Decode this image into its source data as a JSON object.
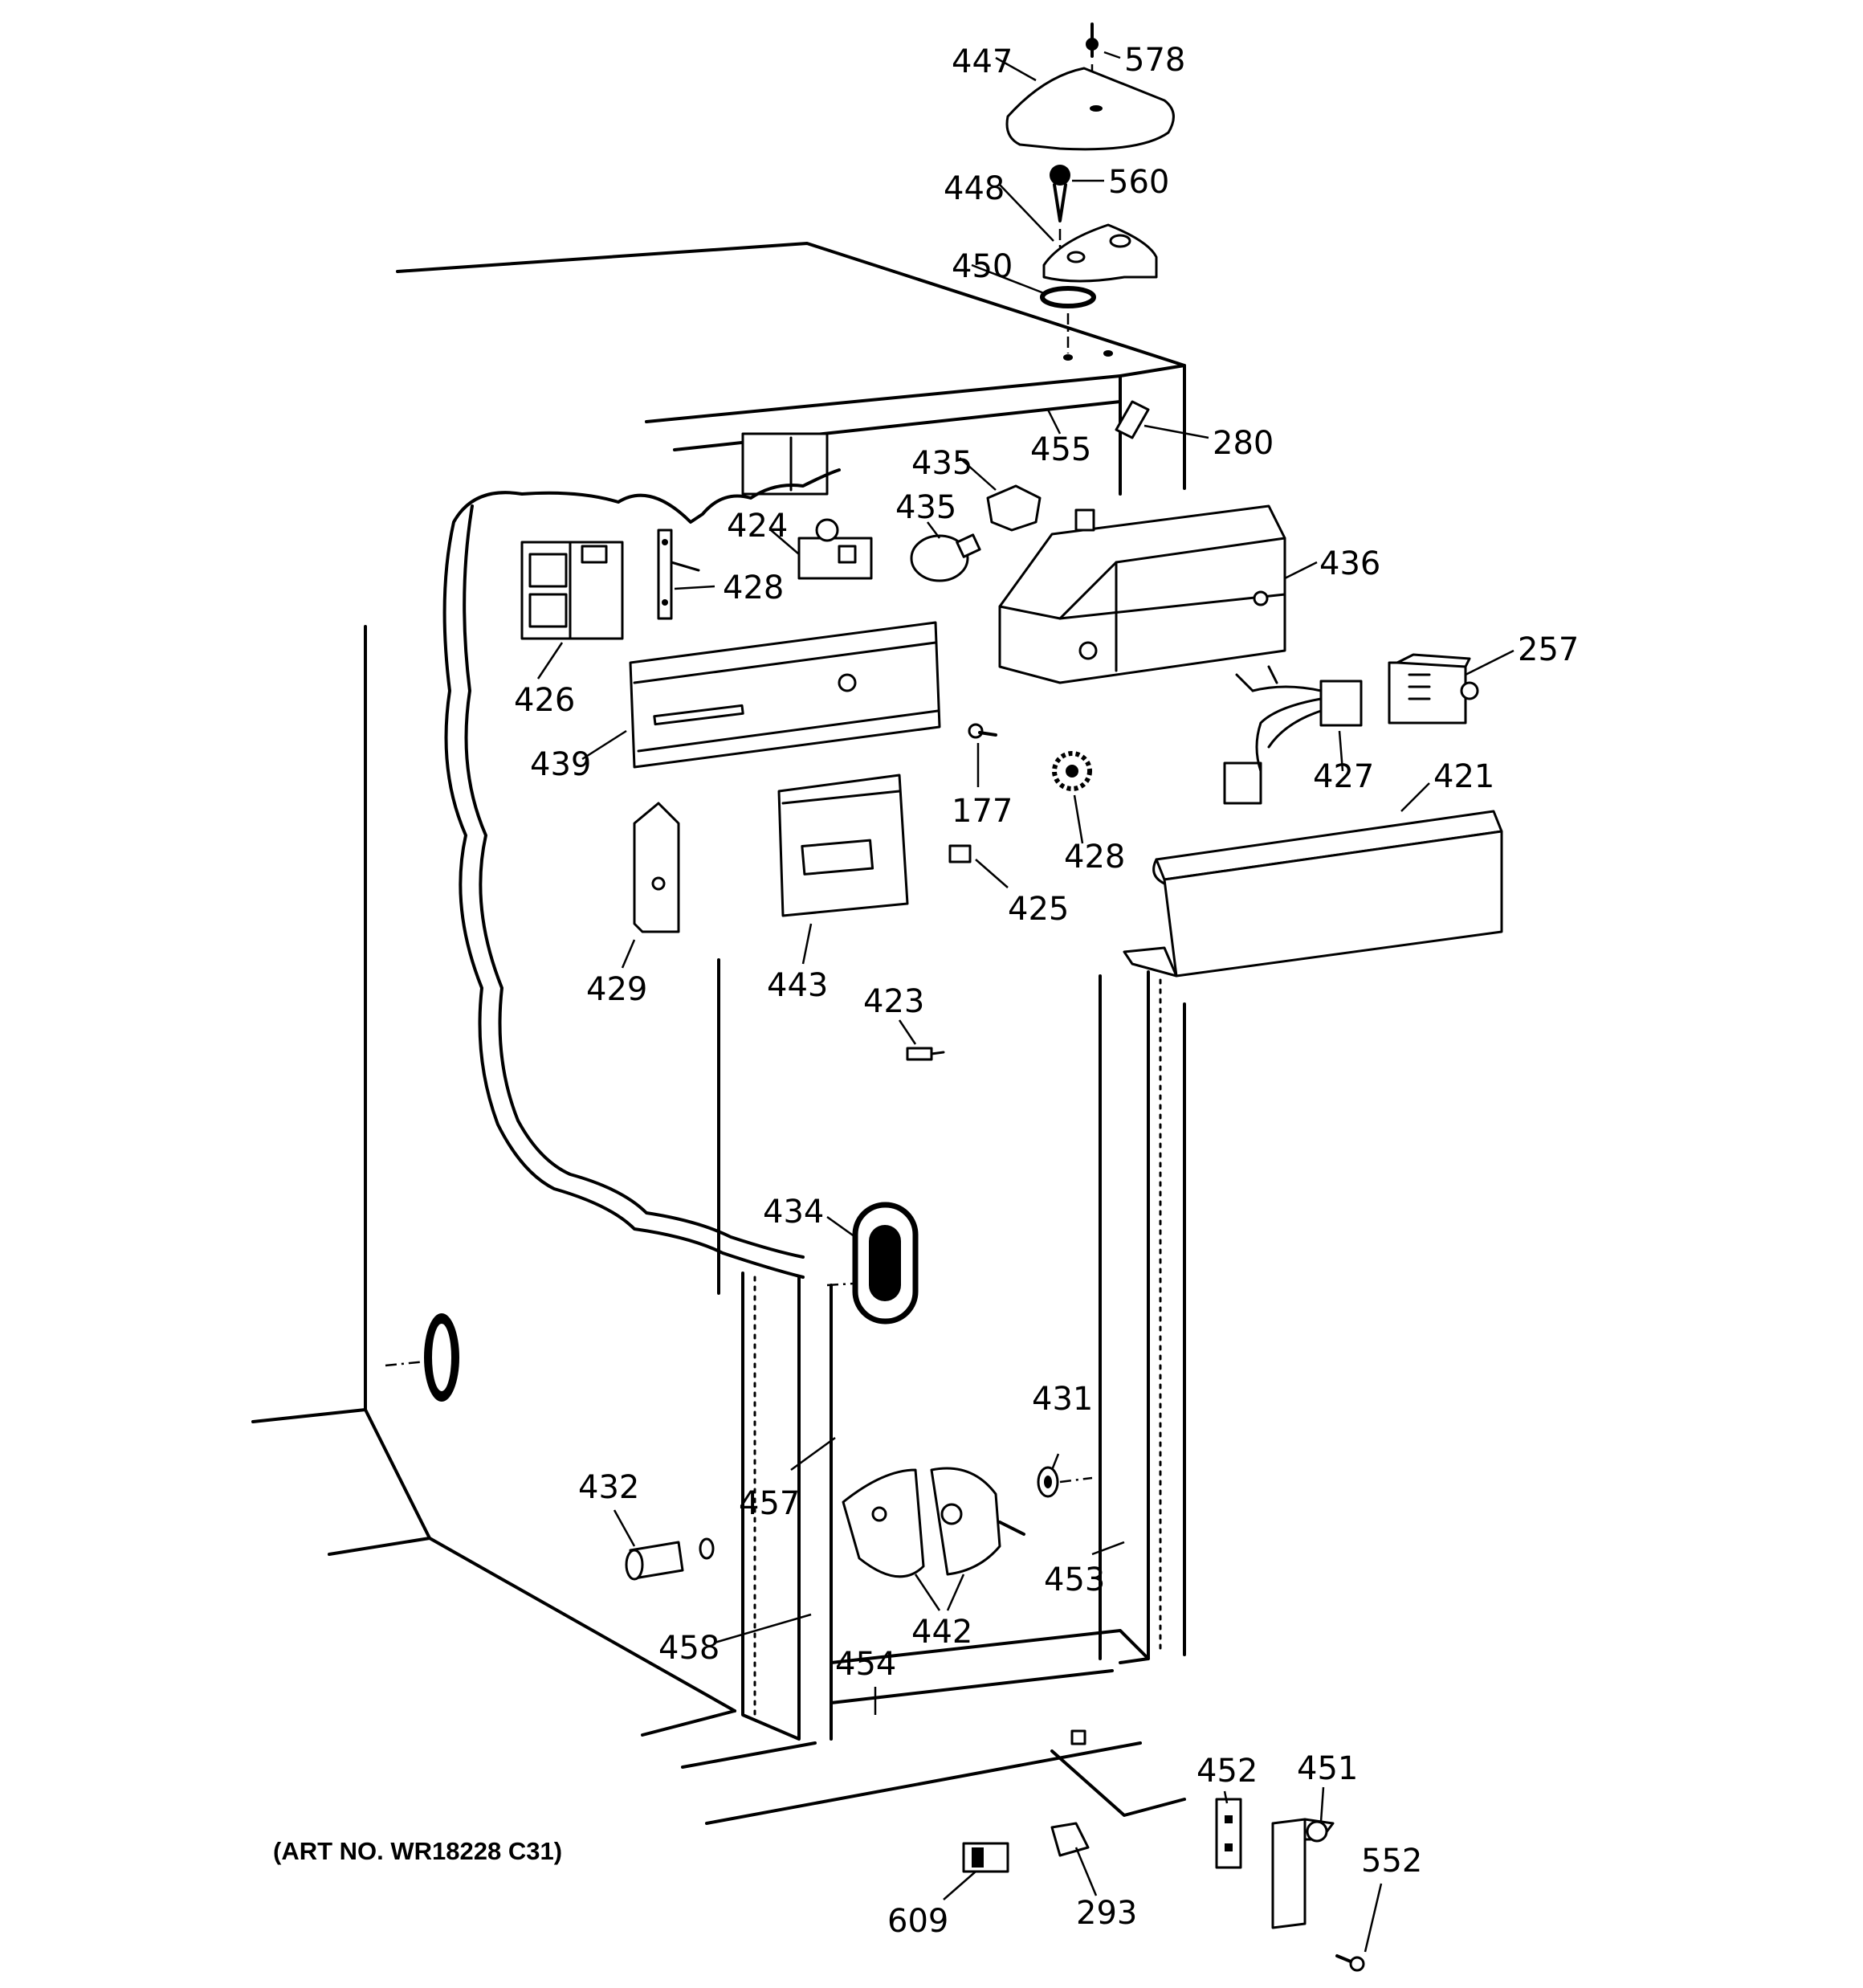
{
  "callouts": [
    {
      "id": "c447",
      "text": "447"
    },
    {
      "id": "c578",
      "text": "578"
    },
    {
      "id": "c448",
      "text": "448"
    },
    {
      "id": "c560",
      "text": "560"
    },
    {
      "id": "c450",
      "text": "450"
    },
    {
      "id": "c455",
      "text": "455"
    },
    {
      "id": "c280",
      "text": "280"
    },
    {
      "id": "c435a",
      "text": "435"
    },
    {
      "id": "c435b",
      "text": "435"
    },
    {
      "id": "c424",
      "text": "424"
    },
    {
      "id": "c428a",
      "text": "428"
    },
    {
      "id": "c426",
      "text": "426"
    },
    {
      "id": "c436",
      "text": "436"
    },
    {
      "id": "c257",
      "text": "257"
    },
    {
      "id": "c439",
      "text": "439"
    },
    {
      "id": "c177",
      "text": "177"
    },
    {
      "id": "c428b",
      "text": "428"
    },
    {
      "id": "c427",
      "text": "427"
    },
    {
      "id": "c421",
      "text": "421"
    },
    {
      "id": "c425",
      "text": "425"
    },
    {
      "id": "c429",
      "text": "429"
    },
    {
      "id": "c443",
      "text": "443"
    },
    {
      "id": "c423",
      "text": "423"
    },
    {
      "id": "c434",
      "text": "434"
    },
    {
      "id": "c431",
      "text": "431"
    },
    {
      "id": "c432",
      "text": "432"
    },
    {
      "id": "c457",
      "text": "457"
    },
    {
      "id": "c453",
      "text": "453"
    },
    {
      "id": "c442",
      "text": "442"
    },
    {
      "id": "c458",
      "text": "458"
    },
    {
      "id": "c454",
      "text": "454"
    },
    {
      "id": "c452",
      "text": "452"
    },
    {
      "id": "c451",
      "text": "451"
    },
    {
      "id": "c552",
      "text": "552"
    },
    {
      "id": "c609",
      "text": "609"
    },
    {
      "id": "c293",
      "text": "293"
    }
  ],
  "art_number": "(ART NO. WR18228 C31)"
}
